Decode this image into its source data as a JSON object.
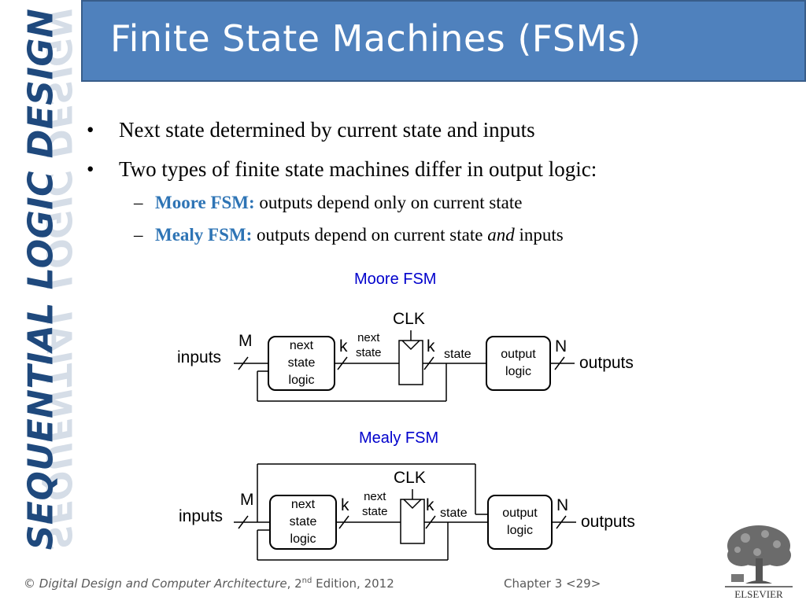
{
  "title": "Finite State Machines (FSMs)",
  "sidebar_text": "SEQUENTIAL LOGIC DESIGN",
  "bullets": [
    {
      "text": "Next state determined by current state and inputs"
    },
    {
      "text": "Two types of finite state machines differ in output logic:",
      "subitems": [
        {
          "term": "Moore FSM:",
          "text_before": "outputs depend only on current state",
          "em": "",
          "text_after": ""
        },
        {
          "term": "Mealy FSM:",
          "text_before": "outputs depend on current state",
          "em": "and",
          "text_after": "inputs"
        }
      ]
    }
  ],
  "moore": {
    "title": "Moore FSM",
    "clk": "CLK",
    "inputs": "inputs",
    "outputs": "outputs",
    "m": "M",
    "k1": "k",
    "k2": "k",
    "n": "N",
    "next_state": "next\nstate",
    "state": "state",
    "next_state_logic": "next\nstate\nlogic",
    "output_logic": "output\nlogic"
  },
  "mealy": {
    "title": "Mealy FSM",
    "clk": "CLK",
    "inputs": "inputs",
    "outputs": "outputs",
    "m": "M",
    "k1": "k",
    "k2": "k",
    "n": "N",
    "next_state": "next\nstate",
    "state": "state",
    "next_state_logic": "next\nstate\nlogic",
    "output_logic": "output\nlogic"
  },
  "footer": {
    "copyright": "©",
    "book": "Digital Design and Computer Architecture",
    "edition_num": ", 2",
    "edition_sup": "nd",
    "edition_rest": " Edition, 2012",
    "chapter": "Chapter 3 <29>"
  },
  "publisher_logo": "ELSEVIER",
  "colors": {
    "title_bar": "#4f81bd",
    "sidebar": "#1f497d",
    "highlight": "#2e74b5",
    "fsm_title": "#0000cc"
  }
}
